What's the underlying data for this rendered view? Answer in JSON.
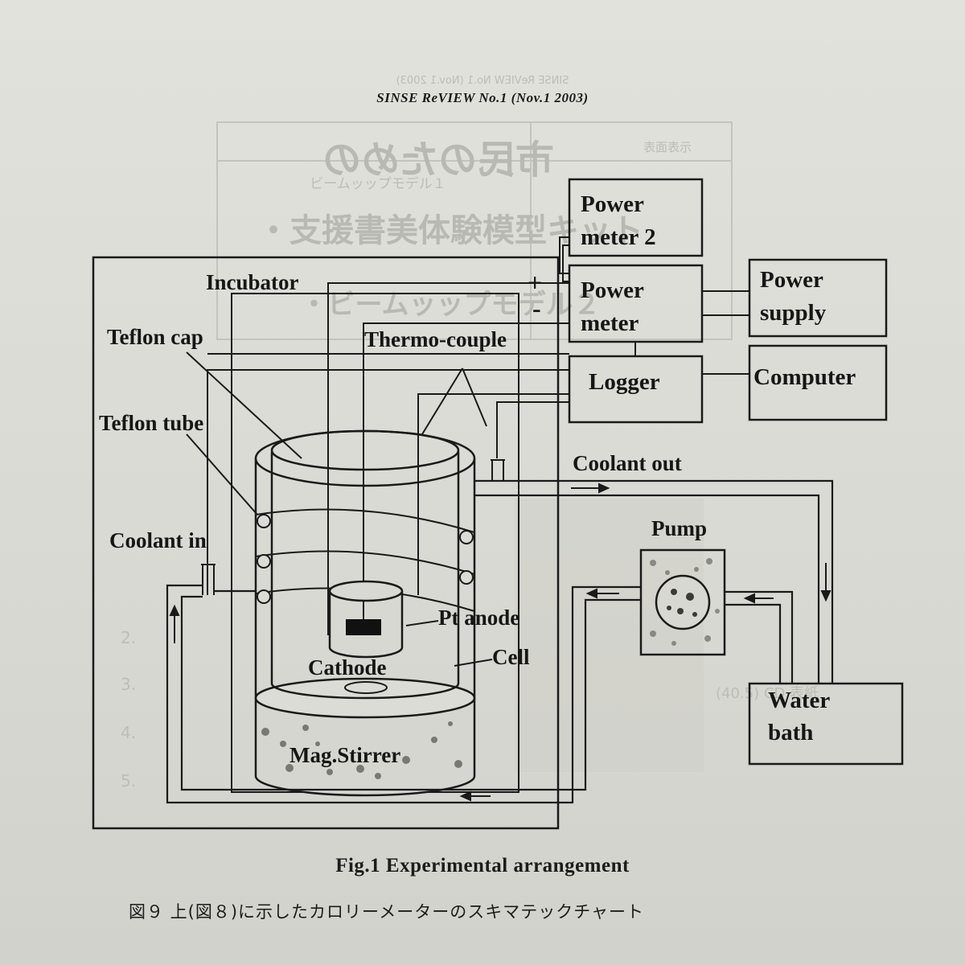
{
  "header": "SINSE ReVIEW No.1    (Nov.1 2003)",
  "ghost_text": {
    "top_line": "SINSE ReVIEW No.1 (Nov.1 2003)",
    "title": "市民のための",
    "right_small": "表面表示",
    "row1": "ビームッップモデル１",
    "row2": "・支援書美体験模型キット",
    "row3": "・ビームッップモデル２",
    "numbers": [
      "2.",
      "3.",
      "4.",
      "5."
    ],
    "footer_line": "(40.5) CD 表紙"
  },
  "labels": {
    "power_meter_2_a": "Power",
    "power_meter_2_b": "meter 2",
    "power_meter_a": "Power",
    "power_meter_b": "meter",
    "power_supply_a": "Power",
    "power_supply_b": "supply",
    "logger": "Logger",
    "computer": "Computer",
    "incubator": "Incubator",
    "plus": "+",
    "minus": "-",
    "teflon_cap": "Teflon cap",
    "thermo_couple": "Thermo-couple",
    "teflon_tube": "Teflon tube",
    "coolant_out": "Coolant out",
    "coolant_in": "Coolant  in",
    "pump": "Pump",
    "pt_anode": "Pt   anode",
    "cell": "Cell",
    "cathode": "Cathode",
    "mag_stirrer": "Mag.Stirrer",
    "water_bath_a": "Water",
    "water_bath_b": "bath"
  },
  "caption_en": "Fig.1   Experimental arrangement",
  "caption_jp": "図９ 上(図８)に示したカロリーメーターのスキマテックチャート"
}
